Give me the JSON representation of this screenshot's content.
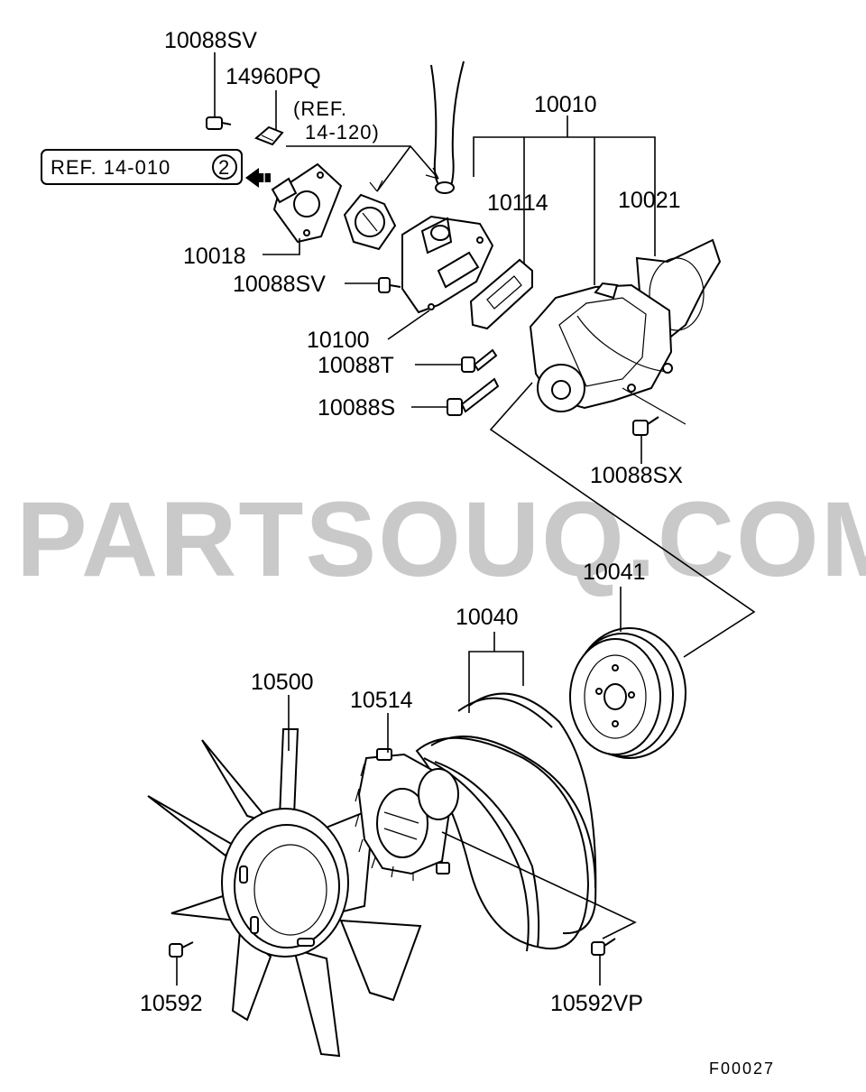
{
  "watermark": "PARTSOUQ.COM",
  "diagram_code": "F00027",
  "reference_box": {
    "text": "REF. 14-010",
    "circled_number": "2"
  },
  "reference_note": {
    "line1": "(REF.",
    "line2": "14-120)"
  },
  "part_labels": {
    "p10088SV_top": "10088SV",
    "p14960PQ": "14960PQ",
    "p10010": "10010",
    "p10114": "10114",
    "p10021": "10021",
    "p10018": "10018",
    "p10088SV_mid": "10088SV",
    "p10100": "10100",
    "p10088T": "10088T",
    "p10088S": "10088S",
    "p10088SX": "10088SX",
    "p10041": "10041",
    "p10040": "10040",
    "p10500": "10500",
    "p10514": "10514",
    "p10592": "10592",
    "p10592VP": "10592VP"
  }
}
